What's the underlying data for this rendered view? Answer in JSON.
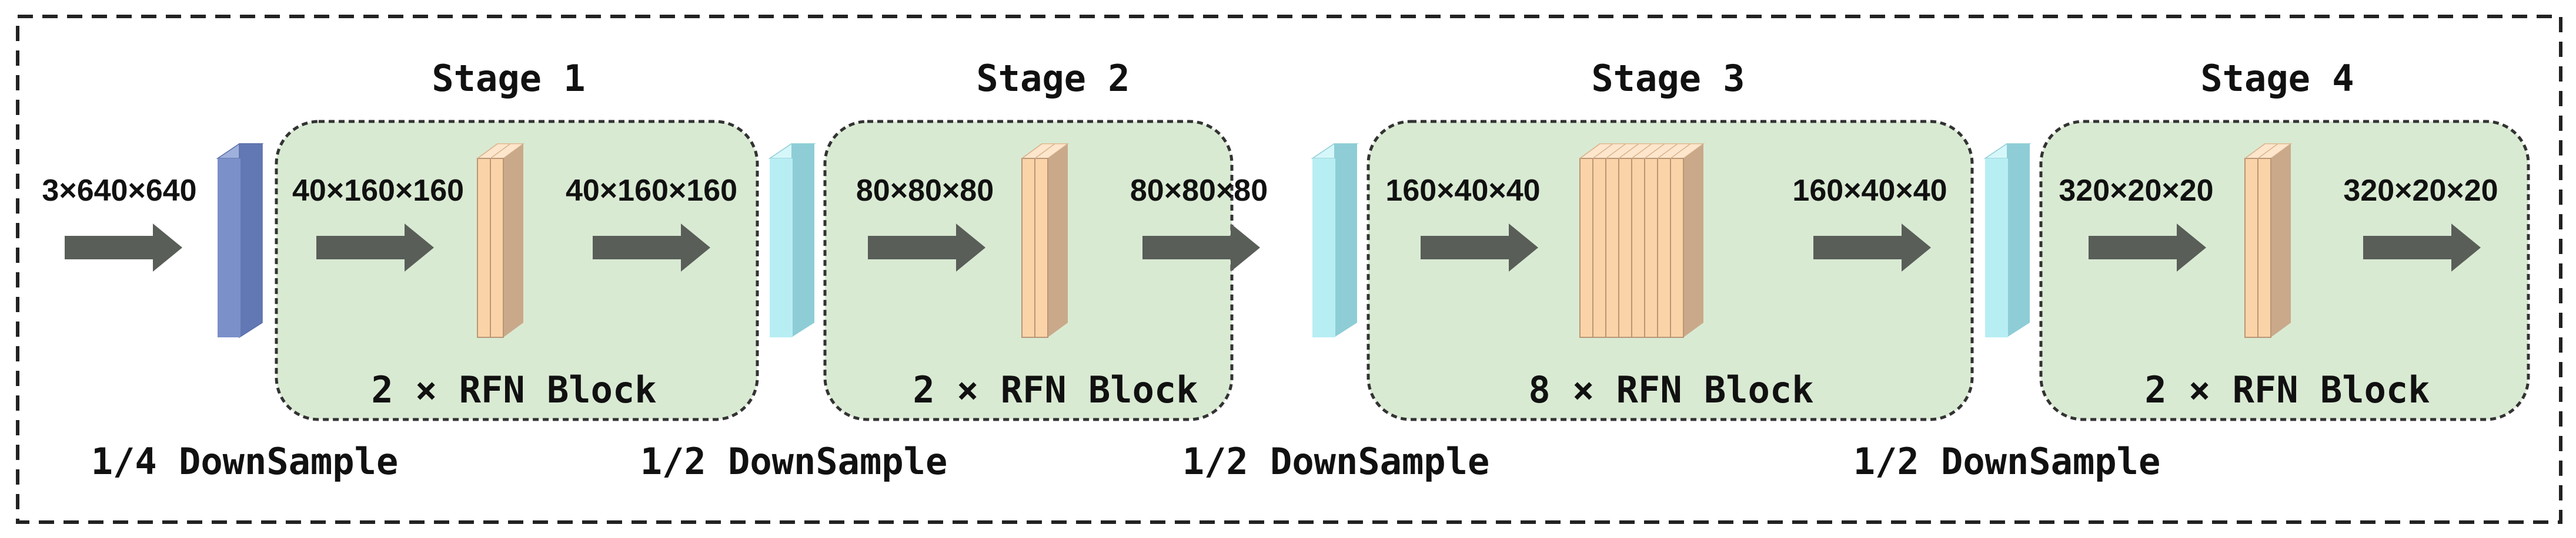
{
  "colors": {
    "stage_fill": "#d9ead3",
    "stage_border": "#333333",
    "arrow": "#595e58",
    "stem_front": "#7b8fc9",
    "stem_side": "#6178b4",
    "down_front": "#b7eef4",
    "down_side": "#8ecdd6",
    "block_front": "#fbd3a8",
    "block_side": "#c9a98a"
  },
  "diagram": {
    "input_label": "3×640×640",
    "stages": [
      {
        "title": "Stage 1",
        "in_label": "40×160×160",
        "out_label": "40×160×160",
        "block_label": "2 × RFN Block",
        "block_count": 2
      },
      {
        "title": "Stage 2",
        "in_label": "80×80×80",
        "out_label": "80×80×80",
        "block_label": "2 × RFN Block",
        "block_count": 2
      },
      {
        "title": "Stage 3",
        "in_label": "160×40×40",
        "out_label": "160×40×40",
        "block_label": "8 × RFN Block",
        "block_count": 8
      },
      {
        "title": "Stage 4",
        "in_label": "320×20×20",
        "out_label": "320×20×20",
        "block_label": "2 × RFN Block",
        "block_count": 2
      }
    ],
    "downsample_labels": [
      "1/4 DownSample",
      "1/2 DownSample",
      "1/2 DownSample",
      "1/2 DownSample"
    ]
  }
}
